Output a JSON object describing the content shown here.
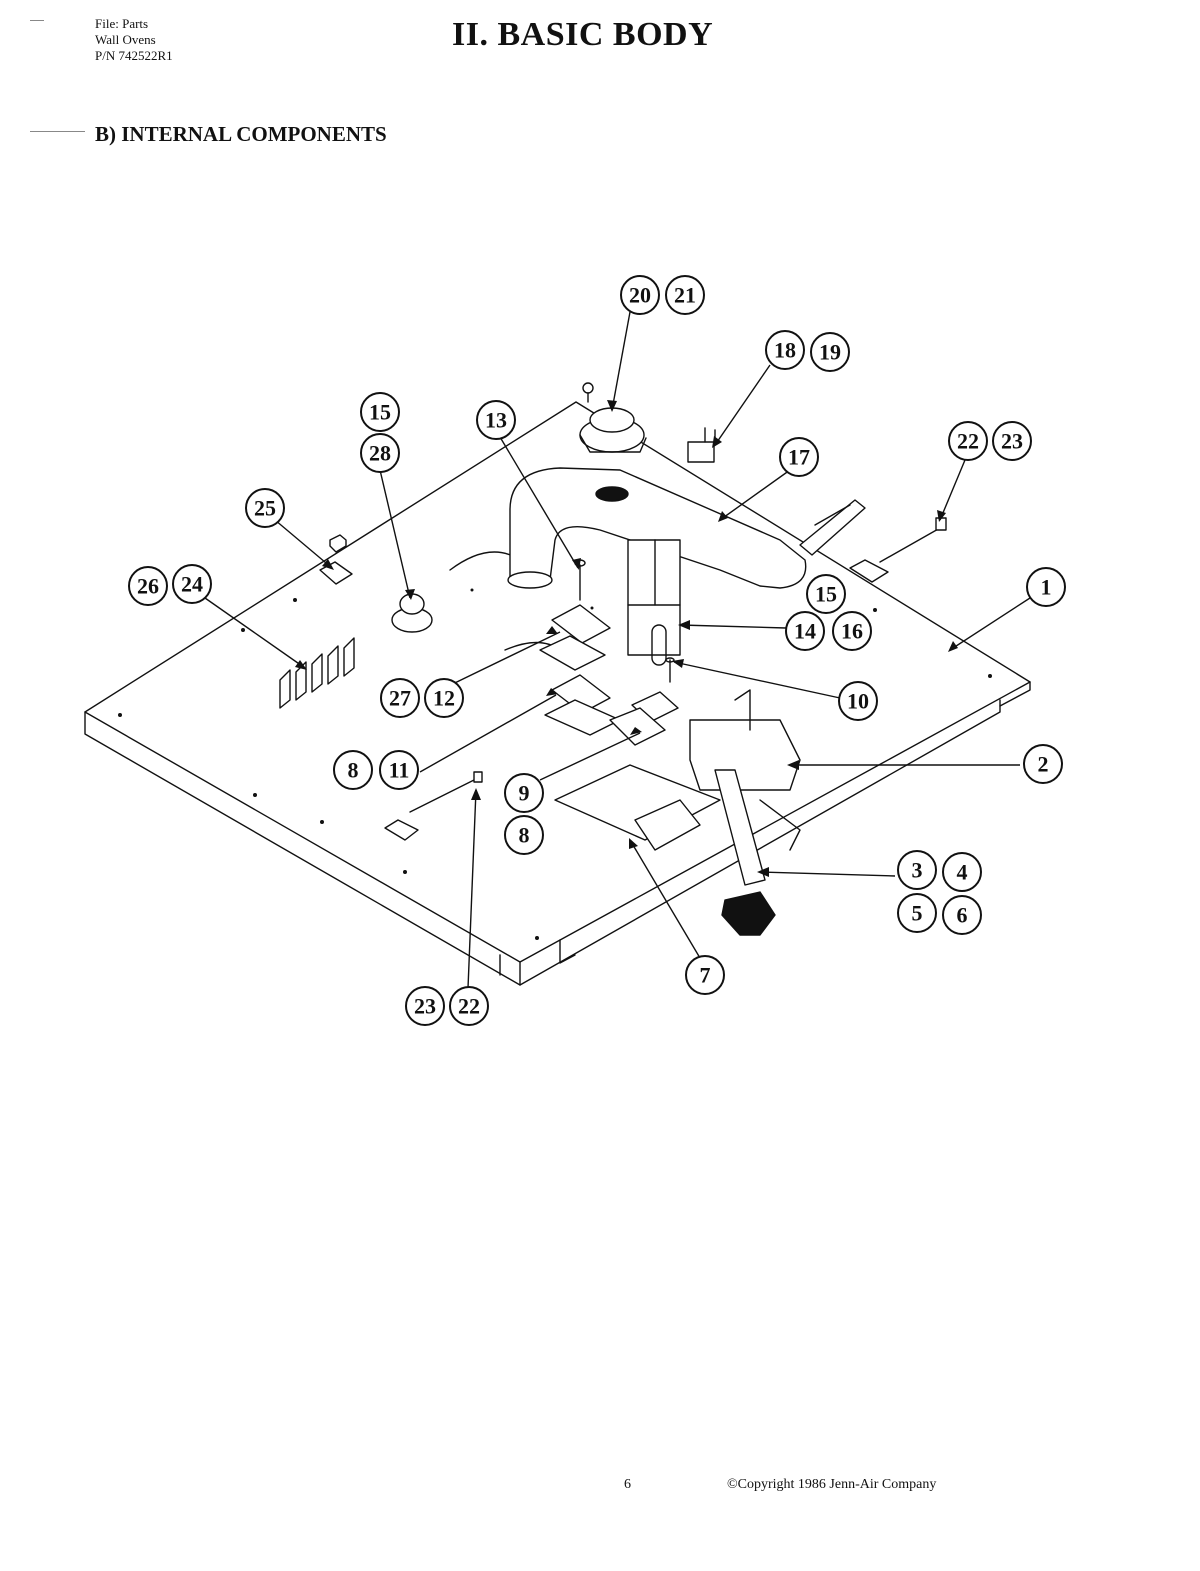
{
  "header": {
    "file_lines": [
      "File: Parts",
      "Wall Ovens",
      "P/N 742522R1"
    ],
    "title": "II. BASIC BODY"
  },
  "section": {
    "title": "B) INTERNAL COMPONENTS"
  },
  "callouts": [
    {
      "label": "20"
    },
    {
      "label": "21"
    },
    {
      "label": "18"
    },
    {
      "label": "19"
    },
    {
      "label": "15"
    },
    {
      "label": "28"
    },
    {
      "label": "13"
    },
    {
      "label": "17"
    },
    {
      "label": "22"
    },
    {
      "label": "23"
    },
    {
      "label": "25"
    },
    {
      "label": "26"
    },
    {
      "label": "24"
    },
    {
      "label": "1"
    },
    {
      "label": "15"
    },
    {
      "label": "14"
    },
    {
      "label": "16"
    },
    {
      "label": "27"
    },
    {
      "label": "12"
    },
    {
      "label": "10"
    },
    {
      "label": "8"
    },
    {
      "label": "11"
    },
    {
      "label": "2"
    },
    {
      "label": "9"
    },
    {
      "label": "8"
    },
    {
      "label": "3"
    },
    {
      "label": "4"
    },
    {
      "label": "5"
    },
    {
      "label": "6"
    },
    {
      "label": "7"
    },
    {
      "label": "23"
    },
    {
      "label": "22"
    }
  ],
  "footer": {
    "page_number": "6",
    "copyright": "©Copyright 1986 Jenn-Air Company"
  }
}
